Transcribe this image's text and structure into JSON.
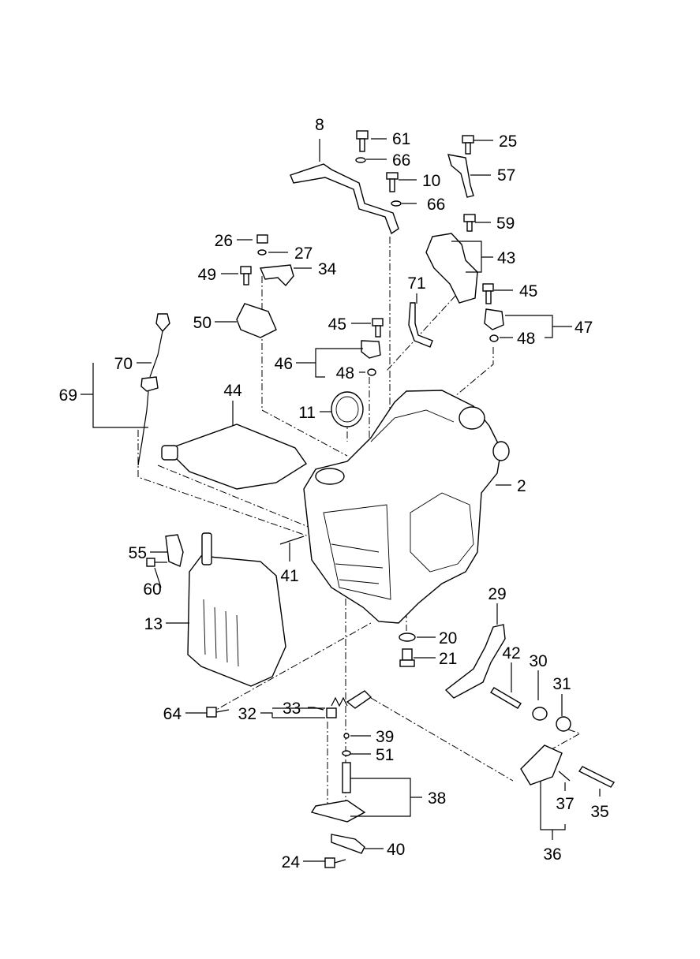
{
  "diagram": {
    "callouts": [
      "8",
      "61",
      "66",
      "10",
      "66",
      "25",
      "57",
      "59",
      "26",
      "27",
      "34",
      "49",
      "43",
      "45",
      "50",
      "71",
      "45",
      "47",
      "48",
      "46",
      "48",
      "70",
      "69",
      "44",
      "11",
      "2",
      "41",
      "55",
      "60",
      "13",
      "29",
      "20",
      "21",
      "42",
      "30",
      "31",
      "64",
      "32",
      "33",
      "39",
      "51",
      "38",
      "40",
      "24",
      "37",
      "35",
      "36"
    ]
  },
  "colors": {
    "ink": "#000000",
    "paper": "#ffffff"
  }
}
